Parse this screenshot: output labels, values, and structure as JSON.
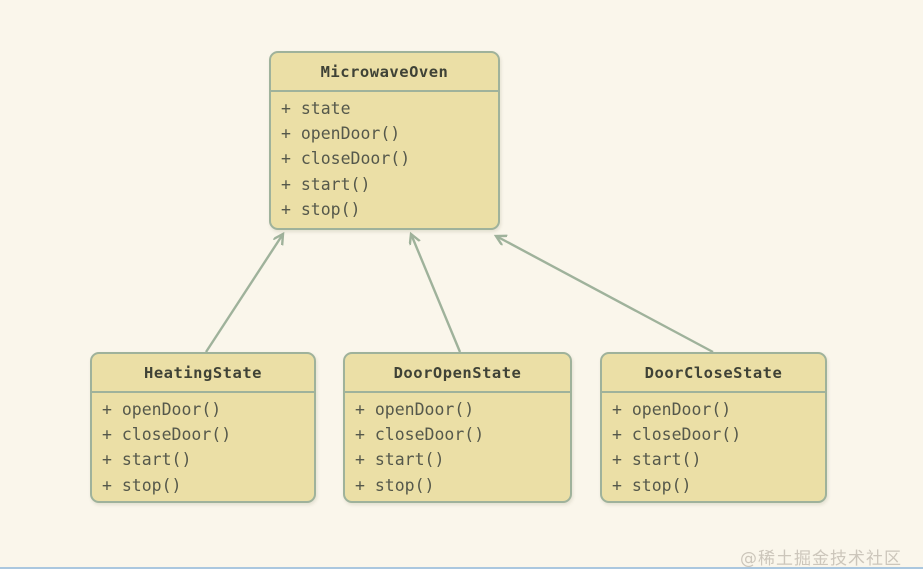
{
  "diagram": {
    "type": "uml-class-diagram",
    "classes": [
      {
        "name": "MicrowaveOven",
        "members": [
          "+ state",
          "+ openDoor()",
          "+ closeDoor()",
          "+ start()",
          "+ stop()"
        ]
      },
      {
        "name": "HeatingState",
        "members": [
          "+ openDoor()",
          "+ closeDoor()",
          "+ start()",
          "+ stop()"
        ]
      },
      {
        "name": "DoorOpenState",
        "members": [
          "+ openDoor()",
          "+ closeDoor()",
          "+ start()",
          "+ stop()"
        ]
      },
      {
        "name": "DoorCloseState",
        "members": [
          "+ openDoor()",
          "+ closeDoor()",
          "+ start()",
          "+ stop()"
        ]
      }
    ],
    "relationships": [
      {
        "from": "HeatingState",
        "to": "MicrowaveOven",
        "style": "open-arrow"
      },
      {
        "from": "DoorOpenState",
        "to": "MicrowaveOven",
        "style": "open-arrow"
      },
      {
        "from": "DoorCloseState",
        "to": "MicrowaveOven",
        "style": "open-arrow"
      }
    ]
  },
  "watermark": "@稀土掘金技术社区",
  "colors": {
    "background": "#faf6eb",
    "box_fill": "#ebdfa6",
    "box_border": "#9fb29b",
    "member_text": "#55584b",
    "title_text": "#3f4236",
    "arrow": "#9fb29b",
    "watermark_text": "#ccc6bb",
    "bottom_line": "#aac7df"
  }
}
